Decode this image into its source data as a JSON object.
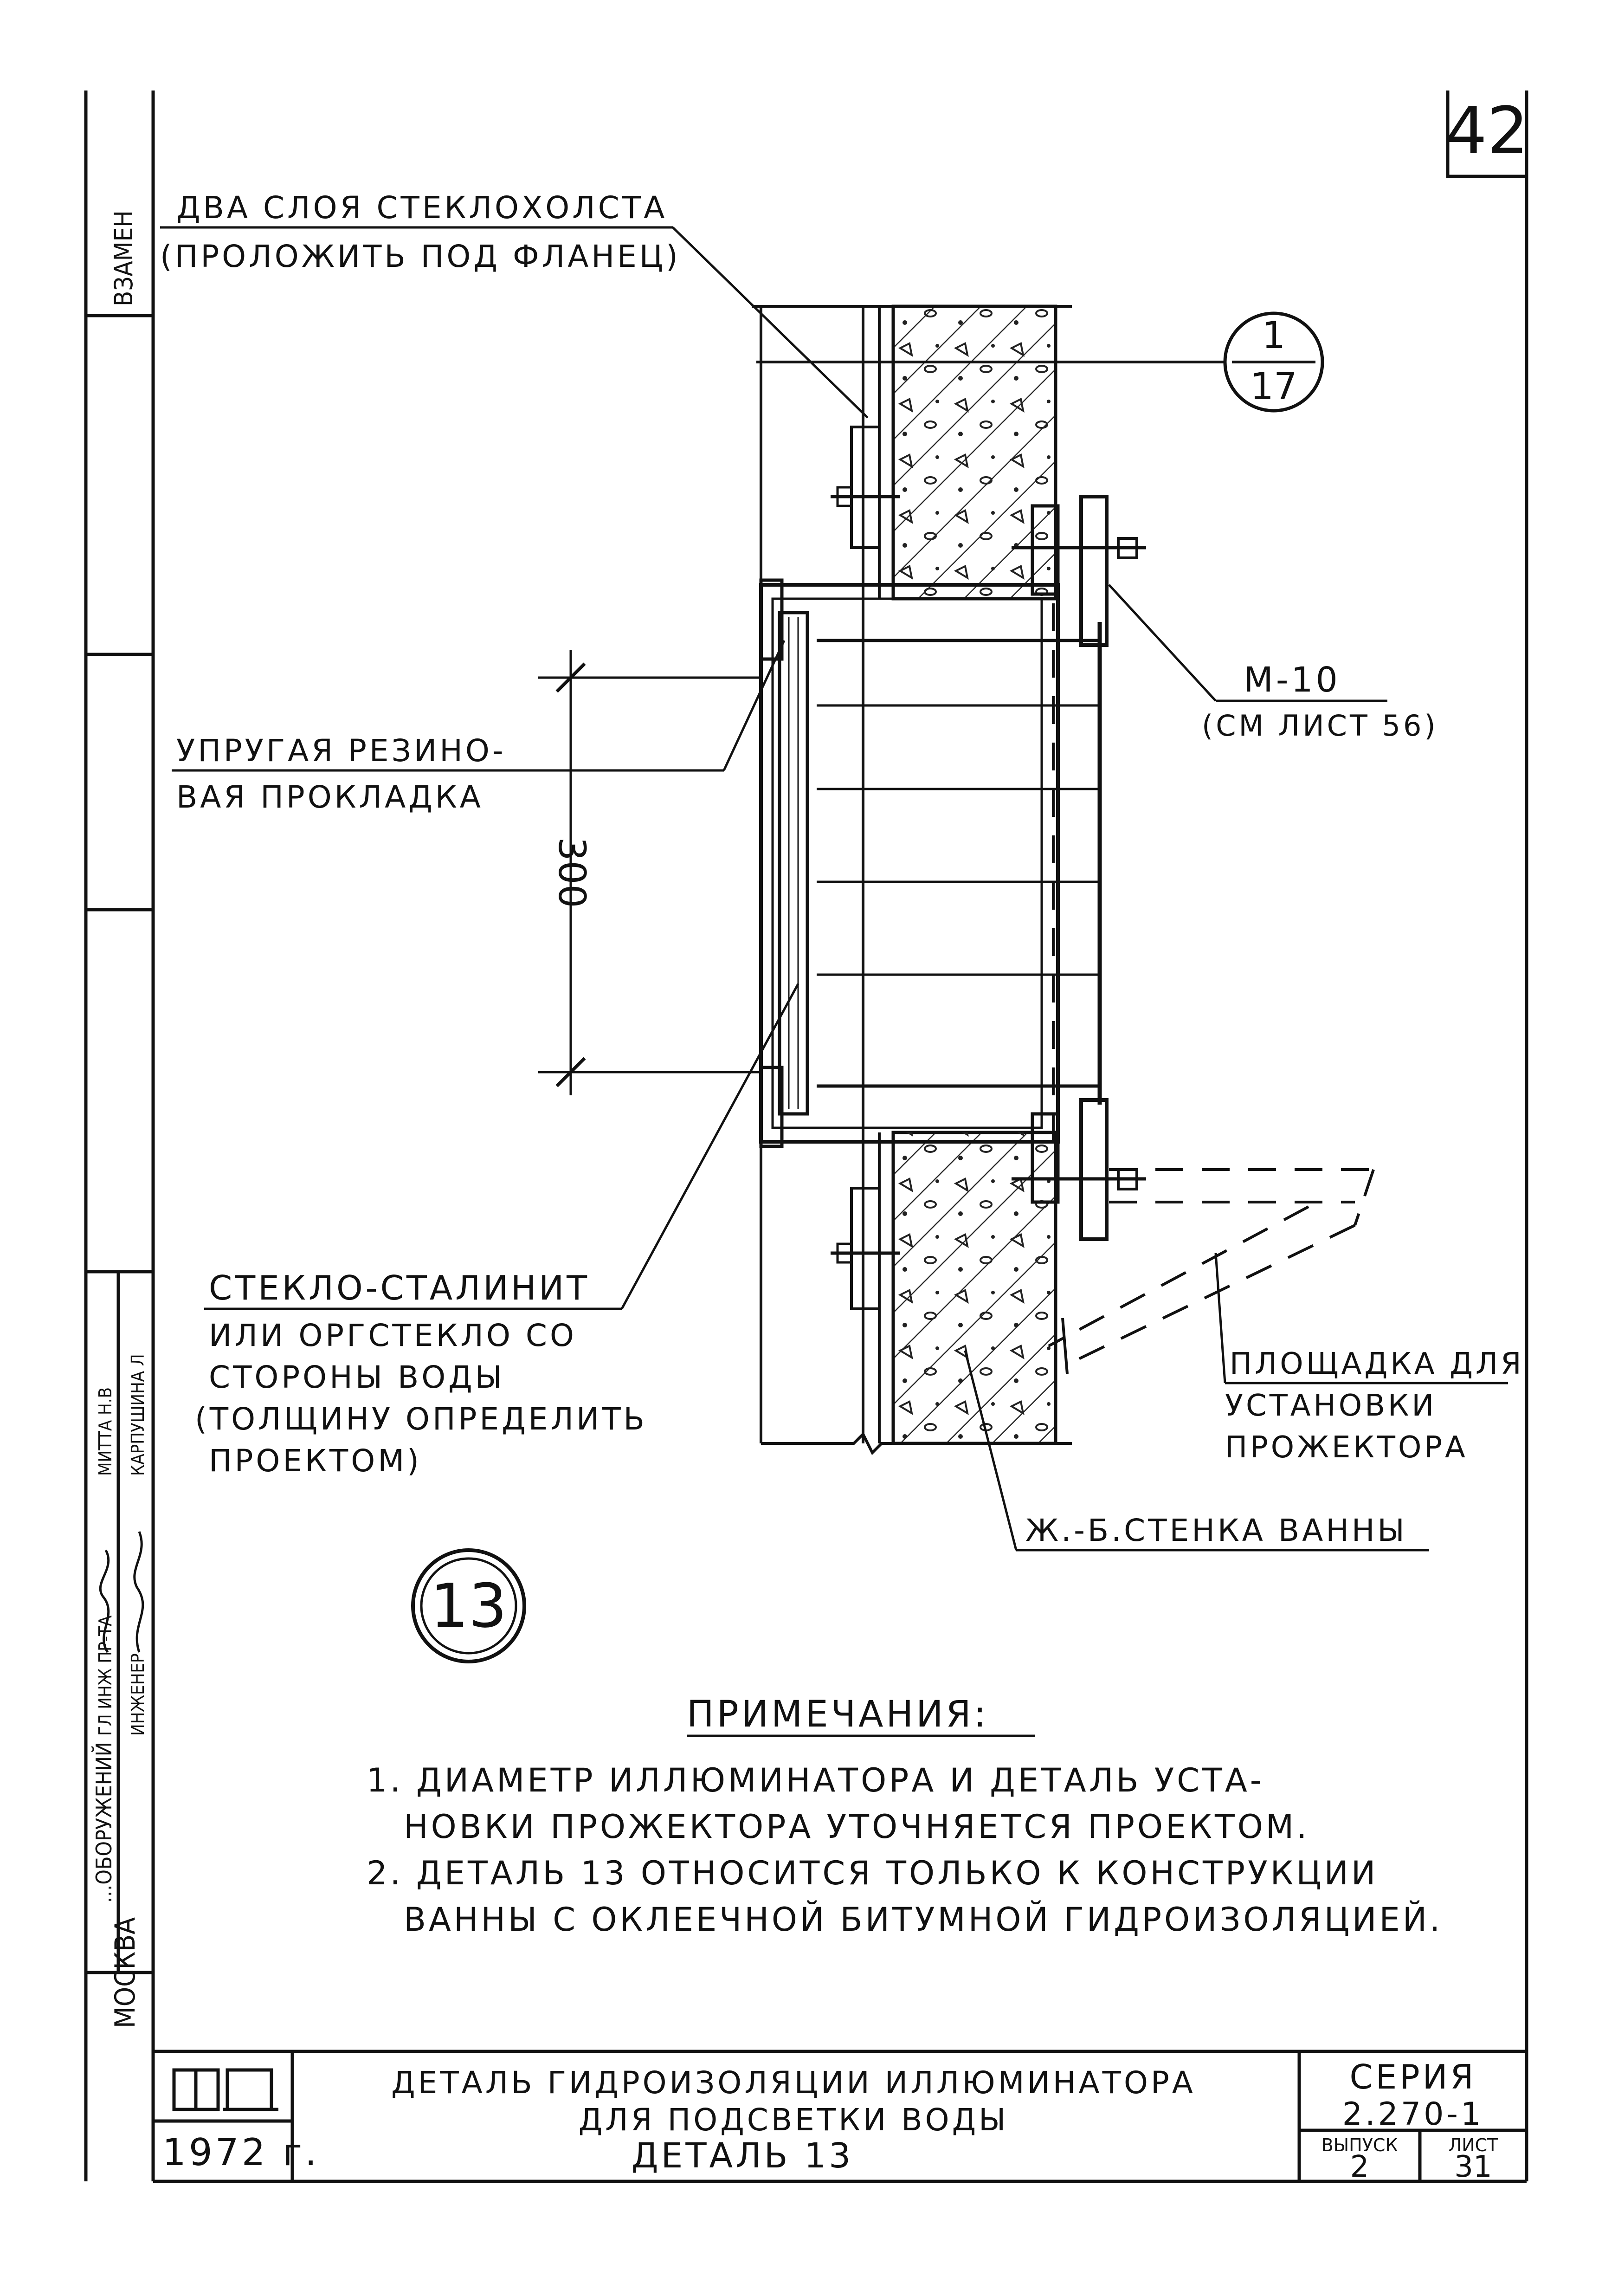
{
  "sheet_number": "42",
  "callout_section": {
    "top": "1",
    "bottom": "17"
  },
  "detail_mark": "13",
  "labels": {
    "fiberglass_line1": "ДВА СЛОЯ СТЕКЛОХОЛСТА",
    "fiberglass_line2": "(ПРОЛОЖИТЬ ПОД ФЛАНЕЦ)",
    "rubber_line1": "УПРУГАЯ РЕЗИНО-",
    "rubber_line2": "ВАЯ ПРОКЛАДКА",
    "bolt_line1": "М-10",
    "bolt_line2": "(СМ ЛИСТ 56)",
    "dimension": "300",
    "glass_line1": "СТЕКЛО-СТАЛИНИТ",
    "glass_line2": "ИЛИ ОРГСТЕКЛО СО",
    "glass_line3": "СТОРОНЫ ВОДЫ",
    "glass_line4": "(ТОЛЩИНУ ОПРЕДЕЛИТЬ",
    "glass_line5": "ПРОЕКТОМ)",
    "platform_line1": "ПЛОЩАДКА ДЛЯ",
    "platform_line2": "УСТАНОВКИ",
    "platform_line3": "ПРОЖЕКТОРА",
    "wall": "Ж.-Б.СТЕНКА ВАННЫ"
  },
  "notes": {
    "heading": "ПРИМЕЧАНИЯ:",
    "line1": "1. ДИАМЕТР ИЛЛЮМИНАТОРА И ДЕТАЛЬ УСТА-",
    "line2": "НОВКИ ПРОЖЕКТОРА УТОЧНЯЕТСЯ ПРОЕКТОМ.",
    "line3": "2. ДЕТАЛЬ 13 ОТНОСИТСЯ ТОЛЬКО К КОНСТРУКЦИИ",
    "line4": "ВАННЫ С ОКЛЕЕЧНОЙ БИТУМНОЙ ГИДРОИЗОЛЯЦИЕЙ."
  },
  "title_block": {
    "logo": "ТД",
    "year": "1972 г.",
    "title_line1": "ДЕТАЛЬ ГИДРОИЗОЛЯЦИИ ИЛЛЮМИНАТОРА",
    "title_line2": "ДЛЯ ПОДСВЕТКИ ВОДЫ",
    "detail_name": "ДЕТАЛЬ 13",
    "series_label": "СЕРИЯ",
    "series_value": "2.270-1",
    "issue_label": "ВЫПУСК",
    "issue_value": "2",
    "sheet_label": "ЛИСТ",
    "sheet_value": "31"
  },
  "side_strip": {
    "replace": "ВЗАМЕН",
    "city": "МОСКВА",
    "org": "...ОБОРУЖЕНИЙ",
    "role1": "ГЛ ИНЖ ПР-ТА",
    "role2": "ИНЖЕНЕР",
    "name1": "МИТТА Н.В",
    "name2": "КАРПУШИНА Л"
  }
}
